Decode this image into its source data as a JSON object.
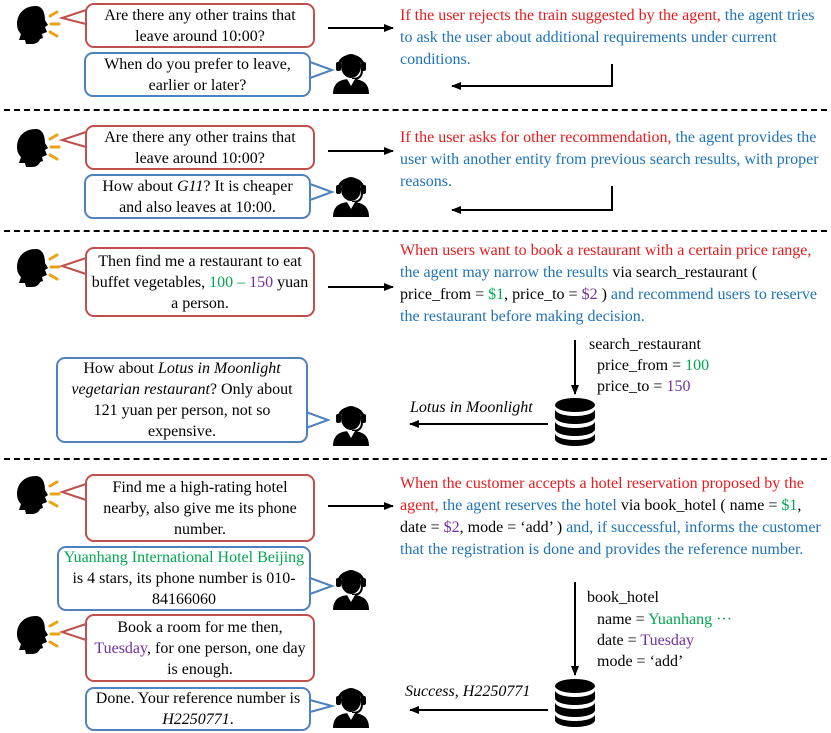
{
  "sections": [
    {
      "user_text": "Are there any other trains that leave around 10:00?",
      "agent_text": "When do you prefer to leave, earlier or later?",
      "rule_red": "If the user rejects the train suggested by the agent,",
      "rule_blue": " the agent tries to ask the user about additional requirements under current conditions."
    },
    {
      "user_text": "Are there any other trains that leave around 10:00?",
      "agent_a": "How about ",
      "agent_it": "G11",
      "agent_b": "? It is cheaper and also leaves at 10:00.",
      "rule_red": "If the user asks for other recommendation,",
      "rule_blue": " the agent provides the user with another entity from previous search results, with proper reasons."
    },
    {
      "user_a": "Then find me a restaurant to eat buffet vegetables, ",
      "user_green": "100",
      "user_dash": " – ",
      "user_purple": "150",
      "user_b": " yuan a person.",
      "rule_red": "When users want to book a restaurant with a certain price range,",
      "rule_blue1": " the agent may narrow the results",
      "rule_black1": " via search_restaurant ( price_from = ",
      "rule_green": "$1",
      "rule_black2": ", price_to = ",
      "rule_purple": "$2",
      "rule_black3": " )",
      "rule_blue2": " and recommend users to reserve the restaurant before making decision.",
      "api_name": "search_restaurant",
      "p1_label": "price_from = ",
      "p1_value": "100",
      "p2_label": "price_to = ",
      "p2_value": "150",
      "result_label": "Lotus in Moonlight",
      "agent_a": "How about ",
      "agent_it": "Lotus in Moonlight vegetarian restaurant",
      "agent_b": "? Only about 121 yuan per person, not so expensive."
    },
    {
      "user1_text": "Find me a high-rating hotel nearby, also give me its phone number.",
      "agent1_green": "Yuanhang International Hotel Beijing",
      "agent1_b": " is 4 stars, its phone number is 010-84166060",
      "user2_a": "Book a room for me then, ",
      "user2_purple": "Tuesday",
      "user2_b": ", for one person, one day is enough.",
      "agent2_a": "Done. Your reference number is ",
      "agent2_it": "H2250771",
      "agent2_b": ".",
      "rule_red": "When the customer accepts a hotel reservation proposed by the agent,",
      "rule_blue1": " the agent reserves the hotel",
      "rule_black1": " via book_hotel ( name = ",
      "rule_green": "$1",
      "rule_black2": ", date = ",
      "rule_purple": "$2",
      "rule_black3": ", mode = ‘add’ )",
      "rule_blue2": " and, if successful, informs the customer that the registration is done and provides the reference number.",
      "api_name": "book_hotel",
      "p1_label": "name = ",
      "p1_value": "Yuanhang ···",
      "p2_label": "date = ",
      "p2_value": "Tuesday",
      "p3": "mode = ‘add’",
      "result_label": "Success, H2250771"
    }
  ]
}
